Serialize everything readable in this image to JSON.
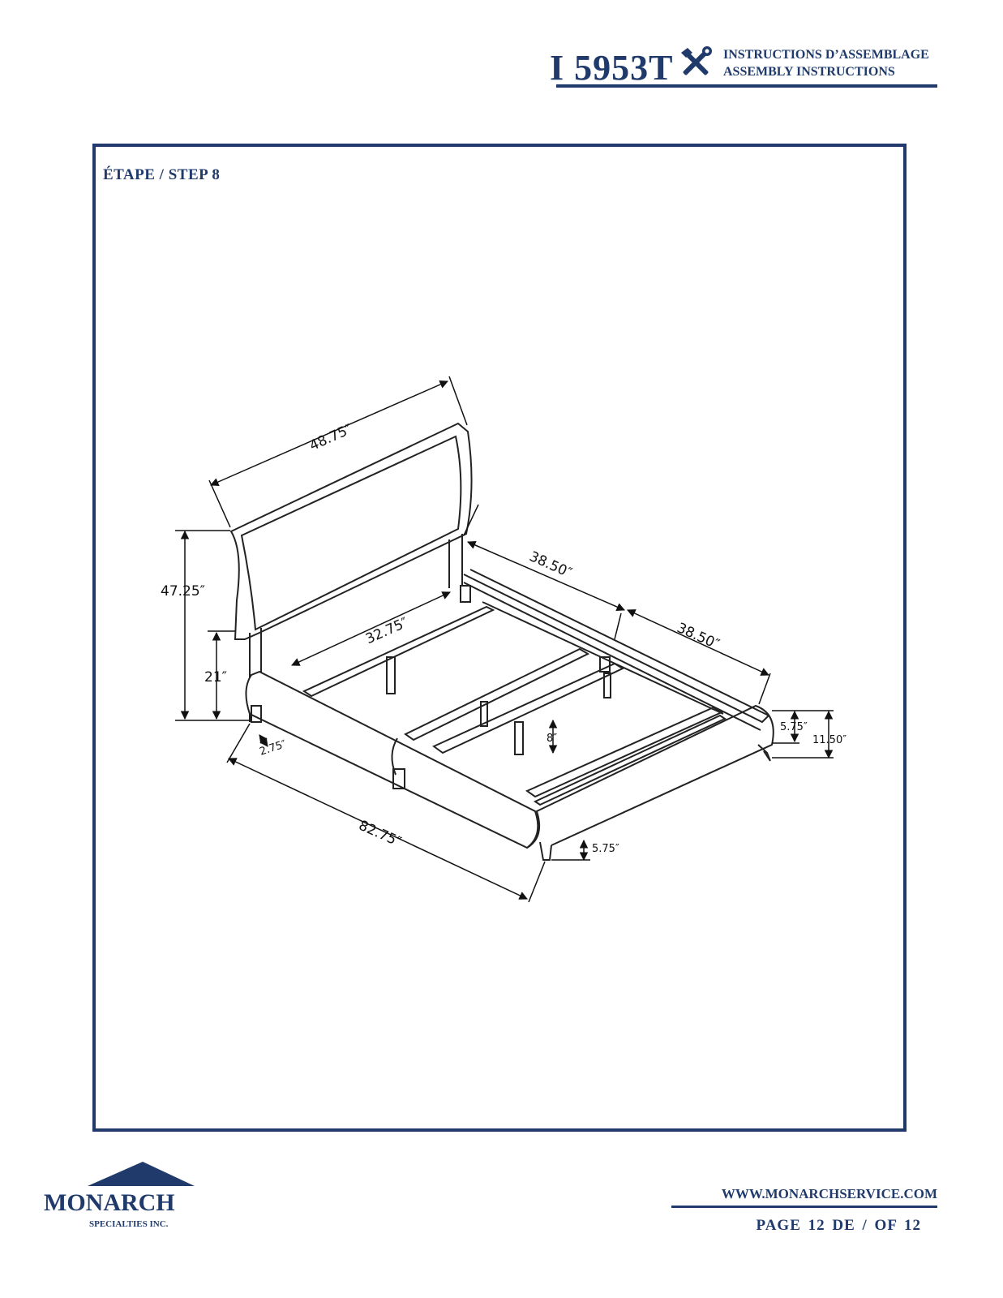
{
  "header": {
    "model": "I 5953T",
    "line_fr": "INSTRUCTIONS D’ASSEMBLAGE",
    "line_en": "ASSEMBLY INSTRUCTIONS",
    "icon": "tools-icon"
  },
  "step": {
    "title": "ÉTAPE / STEP 8"
  },
  "diagram": {
    "dimensions": {
      "headboard_width": "48.75″",
      "total_height": "47.25″",
      "side_rail_height": "21″",
      "inner_width": "32.75″",
      "half_length_1": "38.50″",
      "half_length_2": "38.50″",
      "leg_offset": "2.75″",
      "total_length": "82.75″",
      "leg_height_front": "5.75″",
      "leg_height_rear": "5.75″",
      "rail_height": "11.50″",
      "support_leg": "8″"
    }
  },
  "footer": {
    "brand": "MONARCH",
    "brand_sub": "SPECIALTIES INC.",
    "url": "WWW.MONARCHSERVICE.COM",
    "page": "PAGE 12 DE / OF 12"
  },
  "colors": {
    "brand_blue": "#1f3a6b"
  }
}
